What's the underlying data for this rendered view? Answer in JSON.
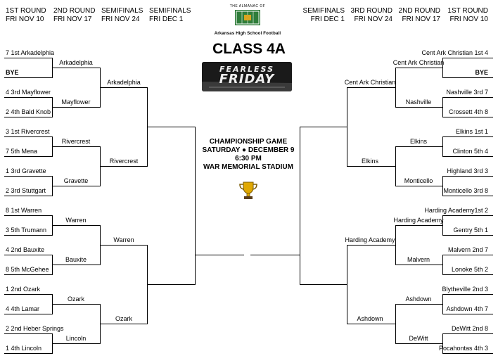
{
  "headers": {
    "left": [
      {
        "round": "1ST ROUND",
        "date": "FRI NOV 10"
      },
      {
        "round": "2ND ROUND",
        "date": "FRI NOV 17"
      },
      {
        "round": "SEMIFINALS",
        "date": "FRI NOV 24"
      },
      {
        "round": "SEMIFINALS",
        "date": "FRI DEC 1"
      }
    ],
    "right": [
      {
        "round": "SEMIFINALS",
        "date": "FRI DEC 1"
      },
      {
        "round": "3RD ROUND",
        "date": "FRI NOV 24"
      },
      {
        "round": "2ND ROUND",
        "date": "FRI NOV 17"
      },
      {
        "round": "1ST ROUND",
        "date": "FRI NOV 10"
      }
    ]
  },
  "logo": {
    "brand_top": "THE ALMANAC OF",
    "brand_bottom": "Arkansas High School Football"
  },
  "class_title": "CLASS 4A",
  "show_logo": {
    "line1": "FEARLESS",
    "line2": "FRIDAY"
  },
  "championship": {
    "title": "CHAMPIONSHIP GAME",
    "date": "SATURDAY ● DECEMBER 9",
    "time": "6:30 PM",
    "venue": "WAR MEMORIAL STADIUM",
    "trophy_icon": "trophy-icon"
  },
  "left_bracket": {
    "round1": [
      "7 1st Arkadelphia",
      "BYE",
      "4 3rd Mayflower",
      "2 4th Bald Knob",
      "3 1st Rivercrest",
      "7 5th Mena",
      "1 3rd Gravette",
      "2 3rd Stuttgart",
      "8 1st Warren",
      "3 5th Trumann",
      "4 2nd Bauxite",
      "8 5th McGehee",
      "1 2nd Ozark",
      "4 4th Lamar",
      "2 2nd Heber Springs",
      "1 4th Lincoln"
    ],
    "round2": [
      "Arkadelphia",
      "Mayflower",
      "Rivercrest",
      "Gravette",
      "Warren",
      "Bauxite",
      "Ozark",
      "Lincoln"
    ],
    "quarter": [
      "Arkadelphia",
      "Rivercrest",
      "Warren",
      "Ozark"
    ]
  },
  "right_bracket": {
    "round1": [
      "Cent Ark Christian 1st 4",
      "BYE",
      "Nashville 3rd 7",
      "Crossett 4th 8",
      "Elkins 1st 1",
      "Clinton 5th 4",
      "Highland 3rd 3",
      "Monticello 3rd 8",
      "Harding Academy1st 2",
      "Gentry 5th 1",
      "Malvern 2nd 7",
      "Lonoke 5th 2",
      "Blytheville 2nd 3",
      "Ashdown 4th 7",
      "DeWitt 2nd 8",
      "Pocahontas 4th 3"
    ],
    "round2": [
      "Cent Ark Christian",
      "Nashville",
      "Elkins",
      "Monticello",
      "Harding Academy",
      "Malvern",
      "Ashdown",
      "DeWitt"
    ],
    "quarter": [
      "Cent Ark Christian",
      "Elkins",
      "Harding Academy",
      "Ashdown"
    ]
  }
}
